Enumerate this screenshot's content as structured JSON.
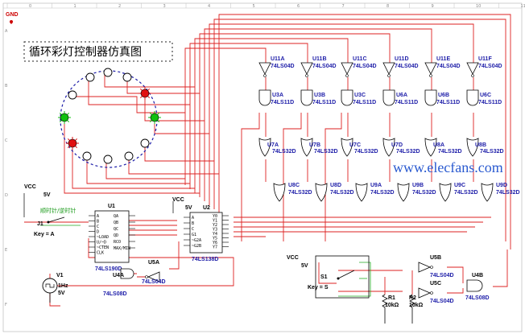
{
  "title": "循环彩灯控制器仿真图",
  "watermark": "www.elecfans.com",
  "ruler_top": [
    "0",
    "1",
    "2",
    "3",
    "4",
    "5",
    "6",
    "7",
    "8",
    "9",
    "10",
    "11"
  ],
  "ruler_left": [
    "A",
    "B",
    "C",
    "D",
    "E",
    "F"
  ],
  "gnd_label": "GND",
  "vcc_label": "VCC",
  "v5_label": "5V",
  "direction_text": "顺时针/逆时针",
  "j1": {
    "name": "J1",
    "key": "Key = A"
  },
  "s1": {
    "name": "S1",
    "key": "Key = S"
  },
  "v1": {
    "name": "V1",
    "freq": "1Hz",
    "volt": "5V"
  },
  "u1": {
    "name": "U1",
    "type": "74LS190D"
  },
  "u2": {
    "name": "U2",
    "type": "74LS138D"
  },
  "u4a": {
    "name": "U4A",
    "type": "74LS08D"
  },
  "u4b": {
    "name": "U4B",
    "type": "74LS08D"
  },
  "u5a": {
    "name": "U5A",
    "type": "74LS04D"
  },
  "u5b": {
    "name": "U5B",
    "type": "74LS04D"
  },
  "u5c": {
    "name": "U5C",
    "type": "74LS04D"
  },
  "r1": {
    "name": "R1",
    "value": "10kΩ"
  },
  "r2": {
    "name": "R2",
    "value": "10kΩ"
  },
  "inverters": [
    {
      "name": "U11A",
      "type": "74LS04D"
    },
    {
      "name": "U11B",
      "type": "74LS04D"
    },
    {
      "name": "U11C",
      "type": "74LS04D"
    },
    {
      "name": "U11D",
      "type": "74LS04D"
    },
    {
      "name": "U11E",
      "type": "74LS04D"
    },
    {
      "name": "U11F",
      "type": "74LS04D"
    }
  ],
  "and3": [
    {
      "name": "U3A",
      "type": "74LS11D"
    },
    {
      "name": "U3B",
      "type": "74LS11D"
    },
    {
      "name": "U3C",
      "type": "74LS11D"
    },
    {
      "name": "U6A",
      "type": "74LS11D"
    },
    {
      "name": "U6B",
      "type": "74LS11D"
    },
    {
      "name": "U6C",
      "type": "74LS11D"
    }
  ],
  "or_row1": [
    {
      "name": "U7A",
      "type": "74LS32D"
    },
    {
      "name": "U7B",
      "type": "74LS32D"
    },
    {
      "name": "U7C",
      "type": "74LS32D"
    },
    {
      "name": "U7D",
      "type": "74LS32D"
    },
    {
      "name": "U8A",
      "type": "74LS32D"
    },
    {
      "name": "U8B",
      "type": "74LS32D"
    }
  ],
  "or_row2": [
    {
      "name": "U8C",
      "type": "74LS32D"
    },
    {
      "name": "U8D",
      "type": "74LS32D"
    },
    {
      "name": "U9A",
      "type": "74LS32D"
    },
    {
      "name": "U9B",
      "type": "74LS32D"
    },
    {
      "name": "U9C",
      "type": "74LS32D"
    },
    {
      "name": "U9D",
      "type": "74LS32D"
    }
  ],
  "u1_pins_left": [
    "A",
    "B",
    "C",
    "D",
    "~LOAD",
    "U/~D",
    "~CTEN",
    "CLK"
  ],
  "u1_pins_right": [
    "QA",
    "QB",
    "QC",
    "QD",
    "RCO",
    "MAX/MIN"
  ],
  "u2_pins_left": [
    "A",
    "B",
    "C",
    "G1",
    "~G2A",
    "~G2B"
  ],
  "u2_pins_right": [
    "Y0",
    "Y1",
    "Y2",
    "Y3",
    "Y4",
    "Y5",
    "Y6",
    "Y7"
  ]
}
